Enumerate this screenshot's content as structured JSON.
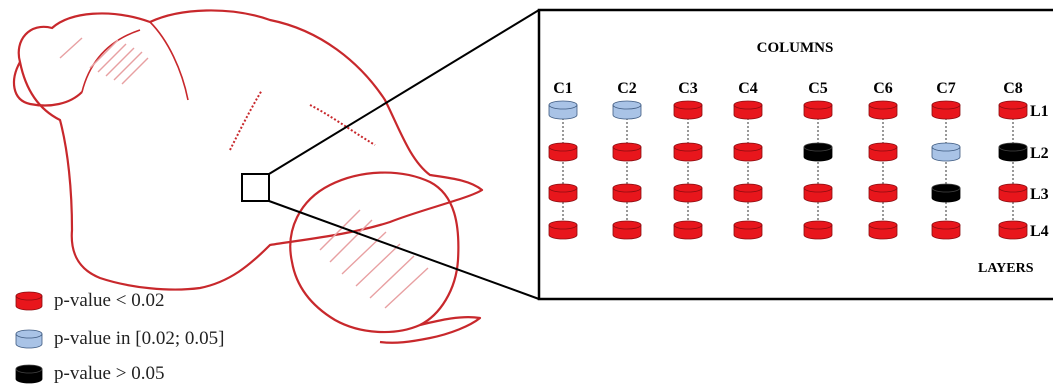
{
  "diagram": {
    "columns_title": "COLUMNS",
    "layers_title": "LAYERS",
    "columns": [
      "C1",
      "C2",
      "C3",
      "C4",
      "C5",
      "C6",
      "C7",
      "C8"
    ],
    "layers": [
      "L1",
      "L2",
      "L3",
      "L4"
    ],
    "grid": [
      [
        "blue",
        "blue",
        "red",
        "red",
        "red",
        "red",
        "red",
        "red"
      ],
      [
        "red",
        "red",
        "red",
        "red",
        "black",
        "red",
        "blue",
        "black"
      ],
      [
        "red",
        "red",
        "red",
        "red",
        "red",
        "red",
        "black",
        "red"
      ],
      [
        "red",
        "red",
        "red",
        "red",
        "red",
        "red",
        "red",
        "red"
      ]
    ]
  },
  "legend": [
    {
      "key": "red",
      "label": "p-value < 0.02"
    },
    {
      "key": "blue",
      "label": "p-value in [0.02; 0.05]"
    },
    {
      "key": "black",
      "label": "p-value > 0.05"
    }
  ],
  "colors": {
    "red": "#e8161c",
    "blue": "#a9c3e6",
    "black": "#000000",
    "brain_outline": "#c8282c"
  }
}
